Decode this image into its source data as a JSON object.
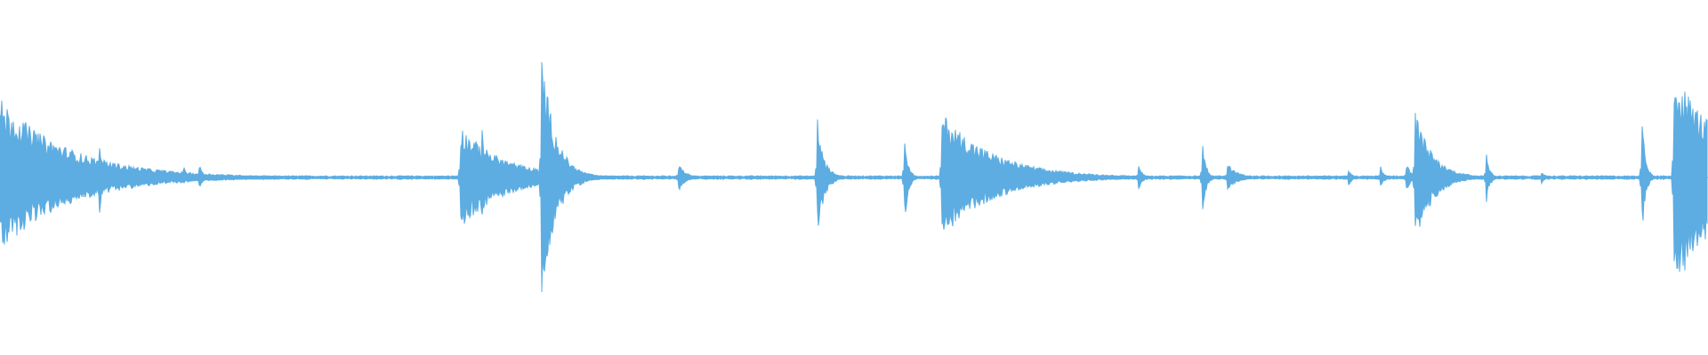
{
  "waveform": {
    "color": "#5DADE2",
    "background": "#ffffff",
    "baseline_noise_amplitude": 0.01,
    "events": [
      {
        "t": 0.0,
        "peak_up": 0.45,
        "peak_down": 0.42,
        "decay": 0.04
      },
      {
        "t": 0.0583,
        "peak_up": 0.22,
        "peak_down": 0.22,
        "decay": 0.002
      },
      {
        "t": 0.1075,
        "peak_up": 0.07,
        "peak_down": 0.05,
        "decay": 0.002
      },
      {
        "t": 0.1167,
        "peak_up": 0.09,
        "peak_down": 0.07,
        "decay": 0.002
      },
      {
        "t": 0.27,
        "peak_up": 0.29,
        "peak_down": 0.29,
        "decay": 0.025
      },
      {
        "t": 0.2826,
        "peak_up": 0.32,
        "peak_down": 0.32,
        "decay": 0.002
      },
      {
        "t": 0.3175,
        "peak_up": 0.71,
        "peak_down": 0.71,
        "decay": 0.008
      },
      {
        "t": 0.3975,
        "peak_up": 0.08,
        "peak_down": 0.08,
        "decay": 0.004
      },
      {
        "t": 0.4789,
        "peak_up": 0.33,
        "peak_down": 0.33,
        "decay": 0.004
      },
      {
        "t": 0.5299,
        "peak_up": 0.25,
        "peak_down": 0.27,
        "decay": 0.002
      },
      {
        "t": 0.5517,
        "peak_up": 0.37,
        "peak_down": 0.34,
        "decay": 0.03
      },
      {
        "t": 0.575,
        "peak_up": 0.08,
        "peak_down": 0.08,
        "decay": 0.003
      },
      {
        "t": 0.599,
        "peak_up": 0.05,
        "peak_down": 0.05,
        "decay": 0.003
      },
      {
        "t": 0.6668,
        "peak_up": 0.08,
        "peak_down": 0.08,
        "decay": 0.002
      },
      {
        "t": 0.7047,
        "peak_up": 0.2,
        "peak_down": 0.2,
        "decay": 0.002
      },
      {
        "t": 0.719,
        "peak_up": 0.08,
        "peak_down": 0.07,
        "decay": 0.006
      },
      {
        "t": 0.79,
        "peak_up": 0.05,
        "peak_down": 0.05,
        "decay": 0.002
      },
      {
        "t": 0.809,
        "peak_up": 0.07,
        "peak_down": 0.07,
        "decay": 0.002
      },
      {
        "t": 0.824,
        "peak_up": 0.08,
        "peak_down": 0.08,
        "decay": 0.003
      },
      {
        "t": 0.8292,
        "peak_up": 0.38,
        "peak_down": 0.38,
        "decay": 0.01
      },
      {
        "t": 0.8708,
        "peak_up": 0.14,
        "peak_down": 0.14,
        "decay": 0.002
      },
      {
        "t": 0.9031,
        "peak_up": 0.04,
        "peak_down": 0.04,
        "decay": 0.002
      },
      {
        "t": 0.962,
        "peak_up": 0.32,
        "peak_down": 0.32,
        "decay": 0.002
      },
      {
        "t": 0.9807,
        "peak_up": 0.62,
        "peak_down": 0.65,
        "decay": 0.03
      }
    ]
  }
}
